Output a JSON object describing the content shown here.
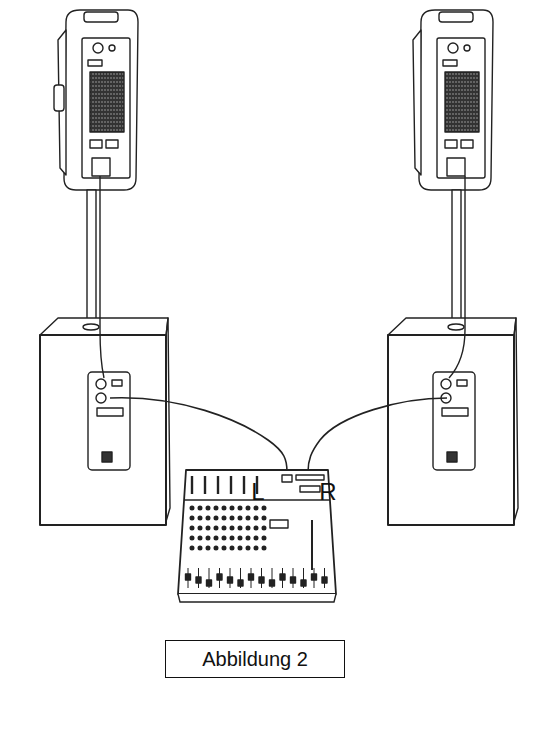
{
  "diagram": {
    "caption": "Abbildung 2",
    "labels": [
      "L",
      "R"
    ]
  }
}
